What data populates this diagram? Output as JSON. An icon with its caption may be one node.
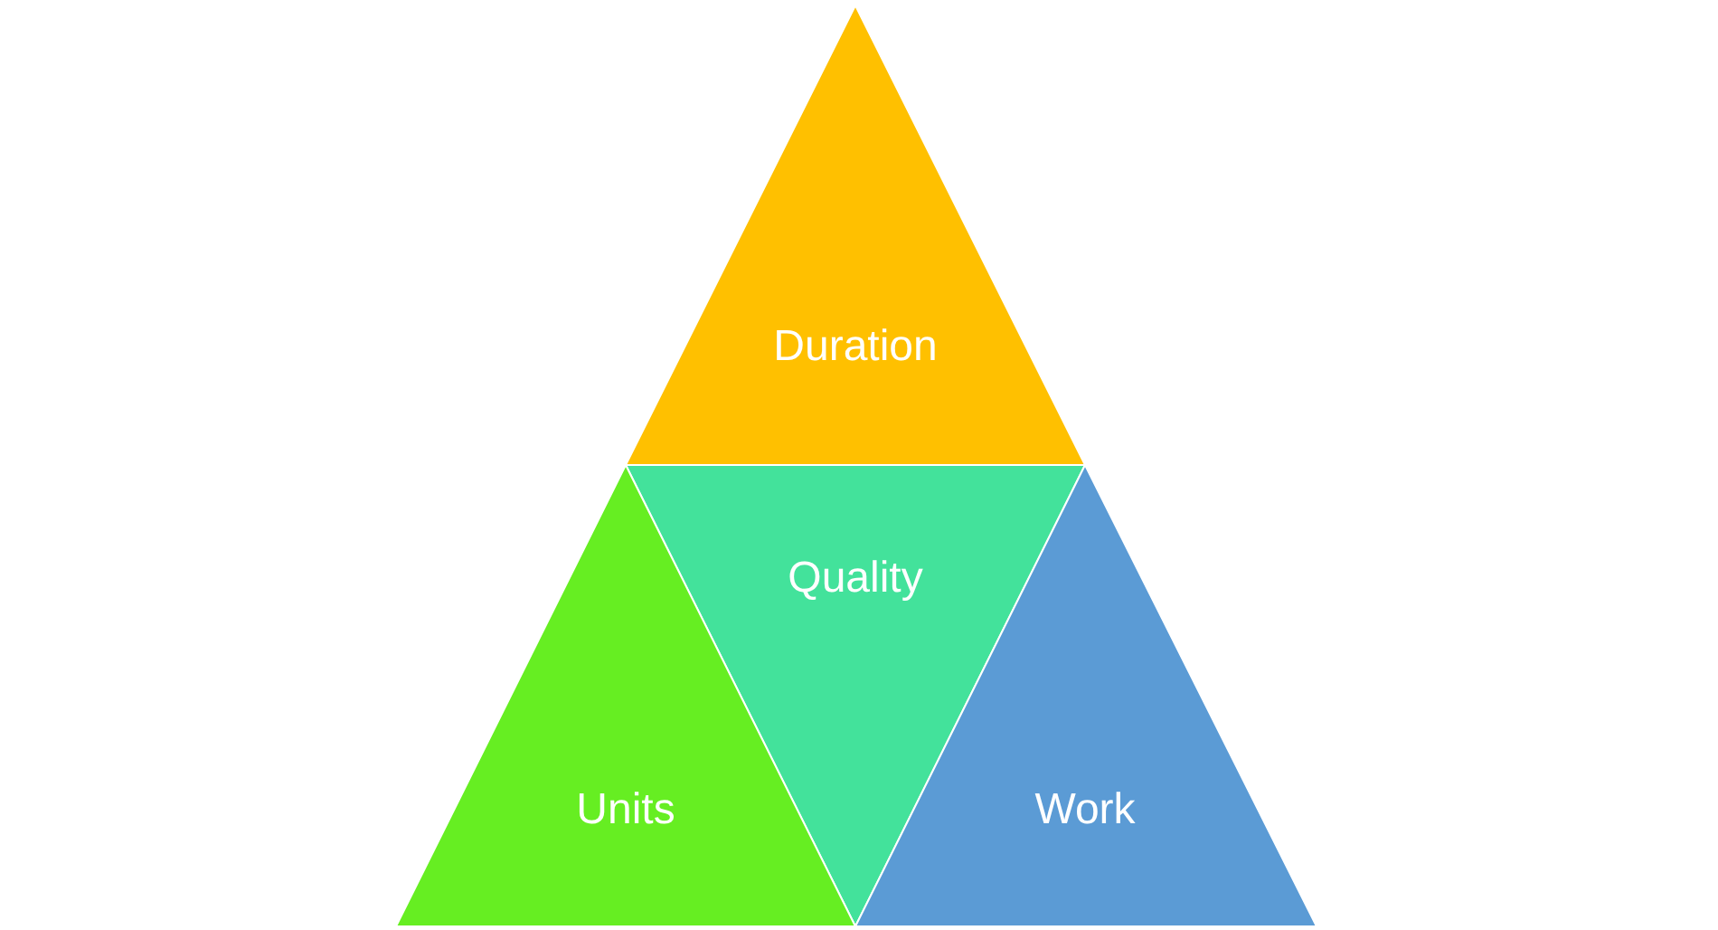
{
  "diagram": {
    "nodes": [
      {
        "text": [
          "Duration"
        ]
      },
      {
        "text": [
          "Quality"
        ]
      },
      {
        "text": [
          "Units"
        ]
      },
      {
        "text": [
          "Work"
        ]
      }
    ],
    "edges": []
  }
}
